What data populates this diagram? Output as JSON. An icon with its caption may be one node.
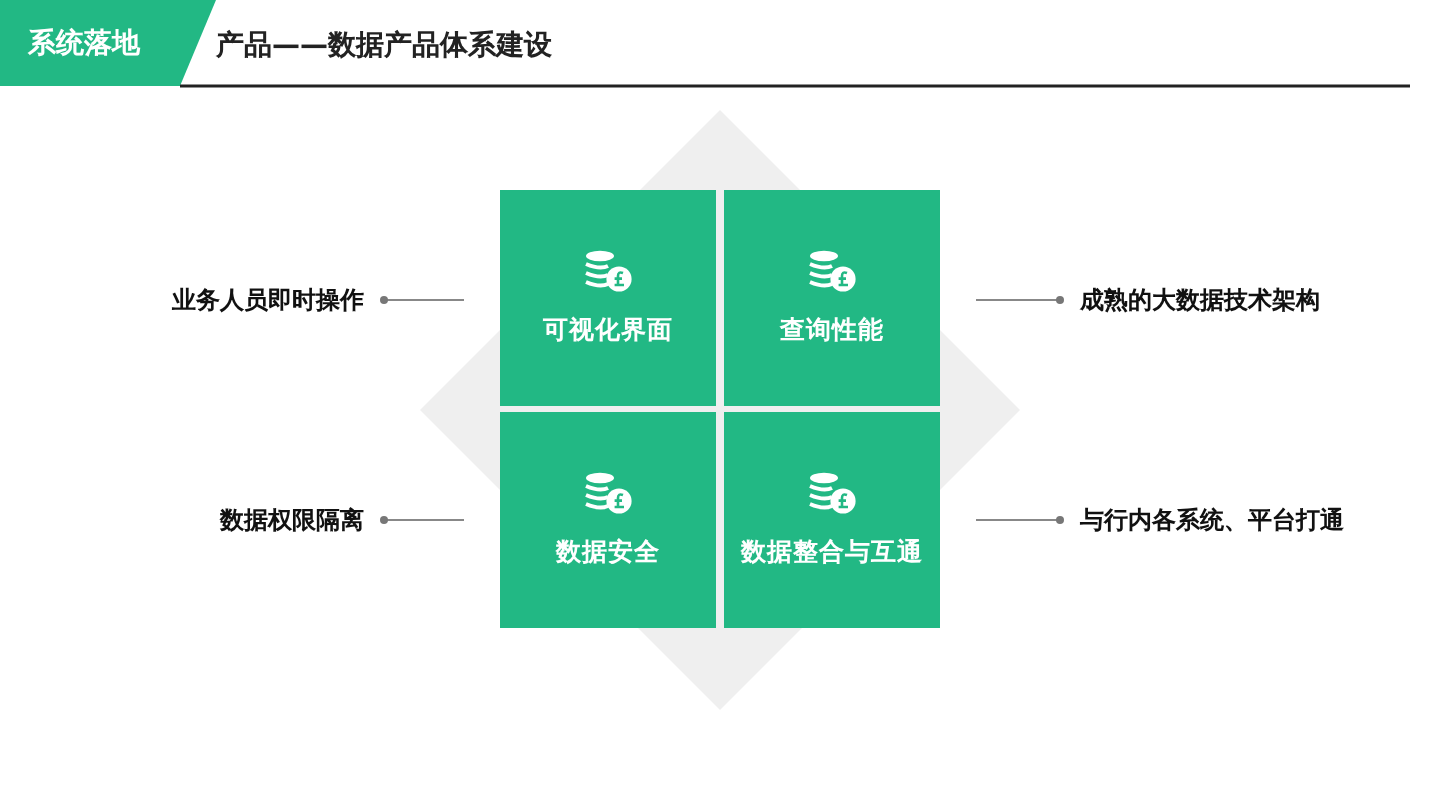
{
  "diagram": {
    "title": "产品——数据产品体系建设",
    "nodes": [
      {
        "text": [
          "可视化界面"
        ]
      },
      {
        "text": [
          "查询性能"
        ]
      },
      {
        "text": [
          "数据安全"
        ]
      },
      {
        "text": [
          "数据整合与互通"
        ]
      },
      {
        "text": [
          "业务人员即时操作"
        ]
      },
      {
        "text": [
          "数据权限隔离"
        ]
      },
      {
        "text": [
          "成熟的大数据技术架构"
        ]
      },
      {
        "text": [
          "与行内各系统、平台打通"
        ]
      }
    ],
    "edges": [
      {
        "from": 4,
        "to": 0,
        "arrow": "other"
      },
      {
        "from": 5,
        "to": 2,
        "arrow": "other"
      },
      {
        "from": 6,
        "to": 1,
        "arrow": "other"
      },
      {
        "from": 7,
        "to": 3,
        "arrow": "other"
      }
    ],
    "labels": [
      "系统落地"
    ]
  }
}
